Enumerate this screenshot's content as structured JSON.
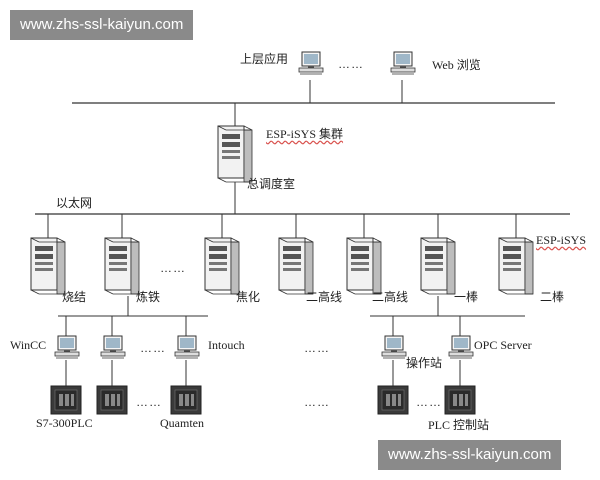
{
  "watermarks": {
    "top": "www.zhs-ssl-kaiyun.com",
    "bottom": "www.zhs-ssl-kaiyun.com"
  },
  "top_level": {
    "upper_app": "上层应用",
    "web_browse": "Web 浏览",
    "dots": "……"
  },
  "cluster": {
    "name": "ESP-iSYS 集群",
    "room": "总调度室"
  },
  "ethernet": "以太网",
  "servers": {
    "sinter": "烧结",
    "iron": "炼铁",
    "coke": "焦化",
    "line2_left": "二高线",
    "line2_right": "二高线",
    "bar1": "一棒",
    "bar2": "二棒",
    "esp_right": "ESP-iSYS",
    "dots": "……"
  },
  "stations": {
    "wincc": "WinCC",
    "intouch": "Intouch",
    "opc_server": "OPC Server",
    "operator_station": "操作站",
    "dots1": "……",
    "dots2": "……",
    "dots3": "……"
  },
  "plcs": {
    "s7": "S7-300PLC",
    "quamten": "Quamten",
    "plc_control": "PLC 控制站",
    "dots1": "……",
    "dots2": "……"
  },
  "colors": {
    "line": "#333333",
    "server_body": "#e8e8e8",
    "plc_body": "#3a3a3a",
    "watermark_bg": "#8a8a8a"
  }
}
